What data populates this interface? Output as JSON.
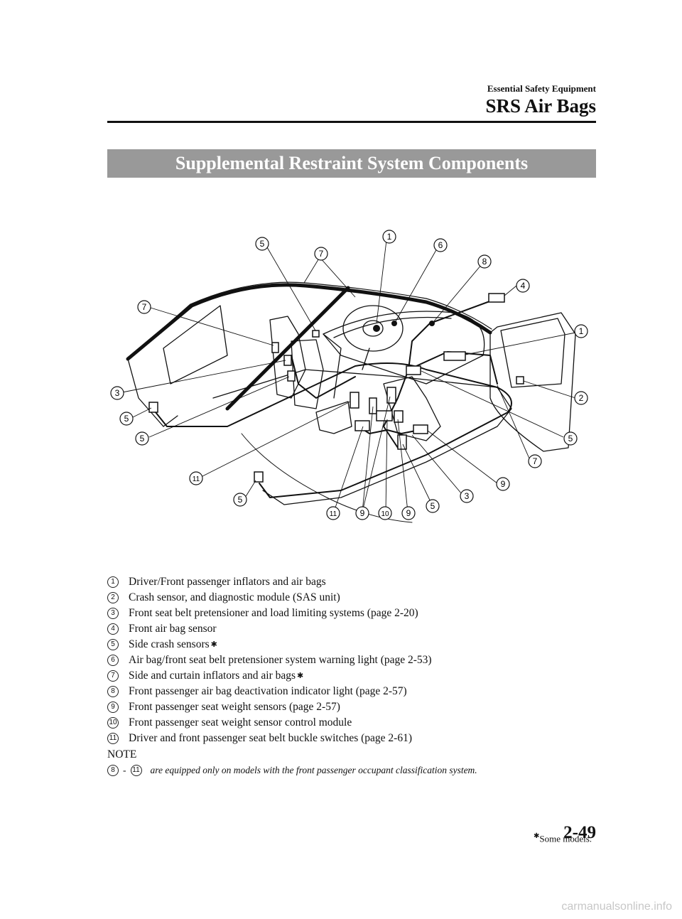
{
  "header": {
    "section": "Essential Safety Equipment",
    "chapter": "SRS Air Bags"
  },
  "banner_title": "Supplemental Restraint System Components",
  "diagram_callouts": [
    "5",
    "7",
    "1",
    "6",
    "8",
    "4",
    "7",
    "1",
    "3",
    "5",
    "5",
    "5",
    "2",
    "7",
    "9",
    "3",
    "11",
    "5",
    "11",
    "9",
    "10",
    "9",
    "5"
  ],
  "legend": [
    {
      "num": "1",
      "text": "Driver/Front passenger inflators and air bags",
      "star": ""
    },
    {
      "num": "2",
      "text": "Crash sensor, and diagnostic module (SAS unit)",
      "star": ""
    },
    {
      "num": "3",
      "text": "Front seat belt pretensioner and load limiting systems (page 2-20)",
      "star": ""
    },
    {
      "num": "4",
      "text": "Front air bag sensor",
      "star": ""
    },
    {
      "num": "5",
      "text": "Side crash sensors",
      "star": "✱"
    },
    {
      "num": "6",
      "text": "Air bag/front seat belt pretensioner system warning light (page 2-53)",
      "star": ""
    },
    {
      "num": "7",
      "text": "Side and curtain inflators and air bags",
      "star": "✱"
    },
    {
      "num": "8",
      "text": "Front passenger air bag deactivation indicator light (page 2-57)",
      "star": ""
    },
    {
      "num": "9",
      "text": "Front passenger seat weight sensors (page 2-57)",
      "star": ""
    },
    {
      "num": "10",
      "text": "Front passenger seat weight sensor control module",
      "star": ""
    },
    {
      "num": "11",
      "text": "Driver and front passenger seat belt buckle switches (page 2-61)",
      "star": ""
    }
  ],
  "note": {
    "heading": "NOTE",
    "from": "8",
    "dash": "-",
    "to": "11",
    "text": "are equipped only on models with the front passenger occupant classification system."
  },
  "footer": {
    "star": "✱",
    "footnote": "Some models.",
    "page": "2-49"
  },
  "watermark": "carmanualsonline.info"
}
